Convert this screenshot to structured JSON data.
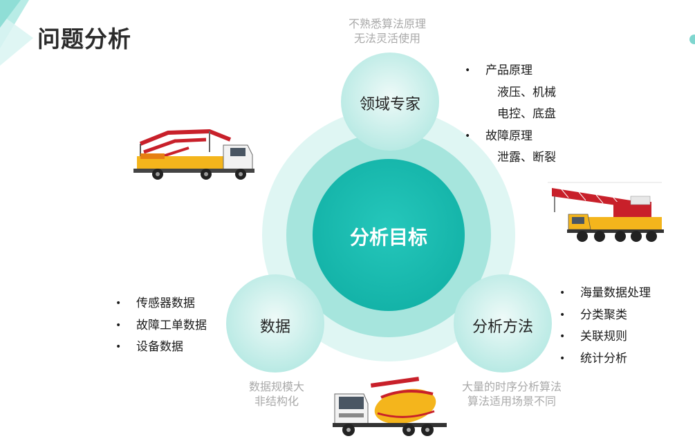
{
  "title": "问题分析",
  "center": {
    "label": "分析目标"
  },
  "nodes": {
    "expert": {
      "label": "领域专家",
      "note_lines": [
        "不熟悉算法原理",
        "无法灵活使用"
      ]
    },
    "data": {
      "label": "数据",
      "note_lines": [
        "数据规模大",
        "非结构化"
      ]
    },
    "method": {
      "label": "分析方法",
      "note_lines": [
        "大量的时序分析算法",
        "算法适用场景不同"
      ]
    }
  },
  "expert_list": [
    {
      "text": "产品原理",
      "bullet": true
    },
    {
      "text": "液压、机械",
      "bullet": false
    },
    {
      "text": "电控、底盘",
      "bullet": false
    },
    {
      "text": "故障原理",
      "bullet": true
    },
    {
      "text": "泄露、断裂",
      "bullet": false
    }
  ],
  "data_list": [
    "传感器数据",
    "故障工单数据",
    "设备数据"
  ],
  "method_list": [
    "海量数据处理",
    "分类聚类",
    "关联规则",
    "统计分析"
  ],
  "colors": {
    "teal_dark": "#17beb3",
    "teal_mid": "#9fe3dc",
    "teal_light": "#dff6f3",
    "node_fill": "#c7eeea",
    "note_gray": "#a9a9a9",
    "truck_red": "#c8202a",
    "truck_yellow": "#f4b51c"
  },
  "vehicles": [
    "concrete-pump-truck-icon",
    "crane-truck-icon",
    "mixer-truck-icon"
  ]
}
